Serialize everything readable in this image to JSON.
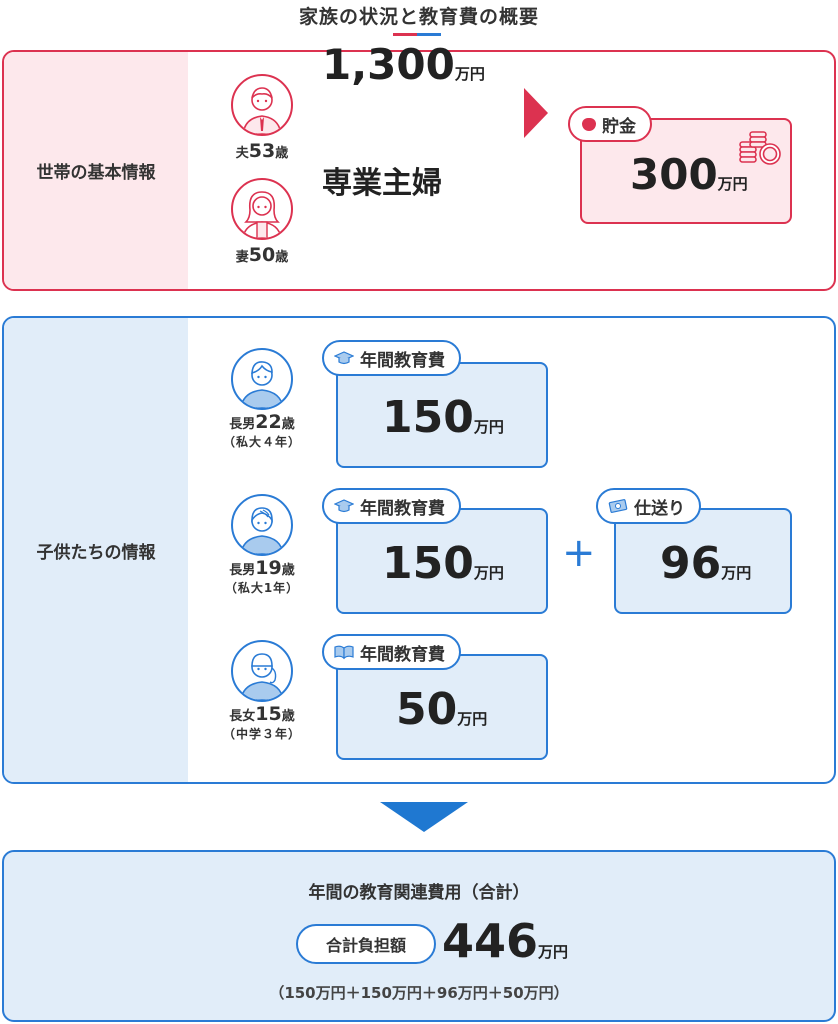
{
  "title": "家族の状況と教育費の概要",
  "colors": {
    "household_accent": "#dc3250",
    "household_bg": "#fde8ec",
    "children_accent": "#2a7bd5",
    "children_bg": "#e1edf9"
  },
  "household": {
    "section_label": "世帯の基本情報",
    "husband": {
      "label_prefix": "夫",
      "age": "53",
      "age_suffix": "歳",
      "avatar_icon": "man-avatar-icon"
    },
    "wife": {
      "label_prefix": "妻",
      "age": "50",
      "age_suffix": "歳",
      "avatar_icon": "woman-avatar-icon"
    },
    "income": {
      "value": "1,300",
      "unit": "万円"
    },
    "occupation": "専業主婦",
    "savings": {
      "label": "貯金",
      "value": "300",
      "unit": "万円",
      "icon": "purse-icon"
    }
  },
  "children": {
    "section_label": "子供たちの情報",
    "items": [
      {
        "label_prefix": "長男",
        "age": "22",
        "age_suffix": "歳",
        "school": "（私大４年）",
        "cost_label": "年間教育費",
        "cost_value": "150",
        "unit": "万円",
        "cost_icon": "graduation-cap-icon"
      },
      {
        "label_prefix": "長男",
        "age": "19",
        "age_suffix": "歳",
        "school": "（私大1年）",
        "cost_label": "年間教育費",
        "cost_value": "150",
        "unit": "万円",
        "cost_icon": "graduation-cap-icon",
        "allowance": {
          "label": "仕送り",
          "value": "96",
          "unit": "万円",
          "icon": "money-icon"
        }
      },
      {
        "label_prefix": "長女",
        "age": "15",
        "age_suffix": "歳",
        "school": "（中学３年）",
        "cost_label": "年間教育費",
        "cost_value": "50",
        "unit": "万円",
        "cost_icon": "book-icon"
      }
    ],
    "plus_sign": "+"
  },
  "total": {
    "heading": "年間の教育関連費用（合計）",
    "tag": "合計負担額",
    "value": "446",
    "unit": "万円",
    "breakdown": "（150万円＋150万円＋96万円＋50万円）"
  }
}
